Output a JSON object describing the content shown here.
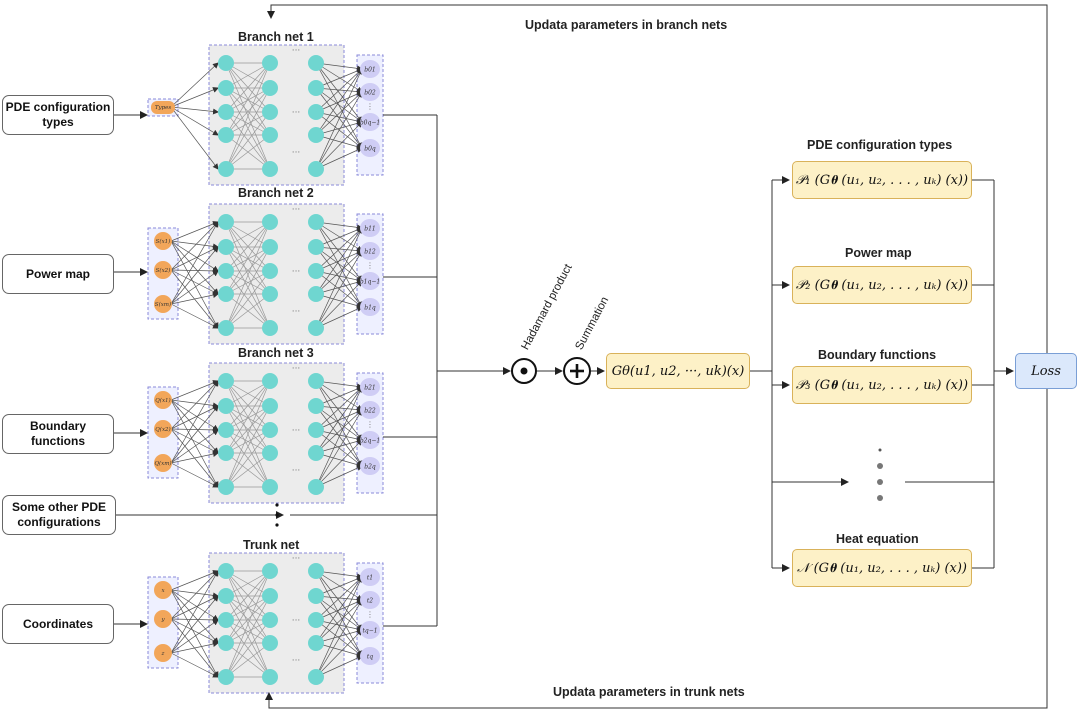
{
  "top_feedback_label": "Updata parameters in branch nets",
  "bottom_feedback_label": "Updata parameters in trunk nets",
  "inputs": [
    {
      "label": "PDE configuration types"
    },
    {
      "label": "Power map"
    },
    {
      "label": "Boundary functions"
    },
    {
      "label": "Some other PDE configurations"
    },
    {
      "label": "Coordinates"
    }
  ],
  "nets": [
    {
      "title": "Branch net 1",
      "input_nodes": [
        "Types"
      ],
      "outputs": [
        "b01",
        "b02",
        "b0q−1",
        "b0q"
      ]
    },
    {
      "title": "Branch net 2",
      "input_nodes": [
        "S(x1)",
        "S(x2)",
        "S(xm)"
      ],
      "outputs": [
        "b11",
        "b12",
        "b1q−1",
        "b1q"
      ]
    },
    {
      "title": "Branch net 3",
      "input_nodes": [
        "Q(x1)",
        "Q(x2)",
        "Q(xm)"
      ],
      "outputs": [
        "b21",
        "b22",
        "b2q−1",
        "b2q"
      ]
    },
    {
      "title": "Trunk net",
      "input_nodes": [
        "x",
        "y",
        "z"
      ],
      "outputs": [
        "t1",
        "t2",
        "tq−1",
        "tq"
      ]
    }
  ],
  "hadamard_label": "Hadamard product",
  "summation_label": "Summation",
  "operator_output": "Gθ(u1, u2, ···, uk)(x)",
  "output_heads": [
    {
      "title": "PDE configuration types",
      "expr": "𝒫₁ (G𝛉 (u₁, u₂, . . . , uₖ) (x))"
    },
    {
      "title": "Power map",
      "expr": "𝒫₂ (G𝛉 (u₁, u₂, . . . , uₖ) (x))"
    },
    {
      "title": "Boundary functions",
      "expr": "𝒫₃ (G𝛉 (u₁, u₂, . . . , uₖ) (x))"
    },
    {
      "title": "Heat equation",
      "expr": "𝒩 (G𝛉 (u₁, u₂, . . . , uₖ) (x))"
    }
  ],
  "loss_label": "Loss",
  "colors": {
    "hidden_node": "#6fd6d0",
    "input_node": "#f2a65a",
    "output_node": "#cfcdf5",
    "net_panel": "#ececec",
    "output_box": "#fdf1c7",
    "loss_box": "#dbe8fb"
  }
}
